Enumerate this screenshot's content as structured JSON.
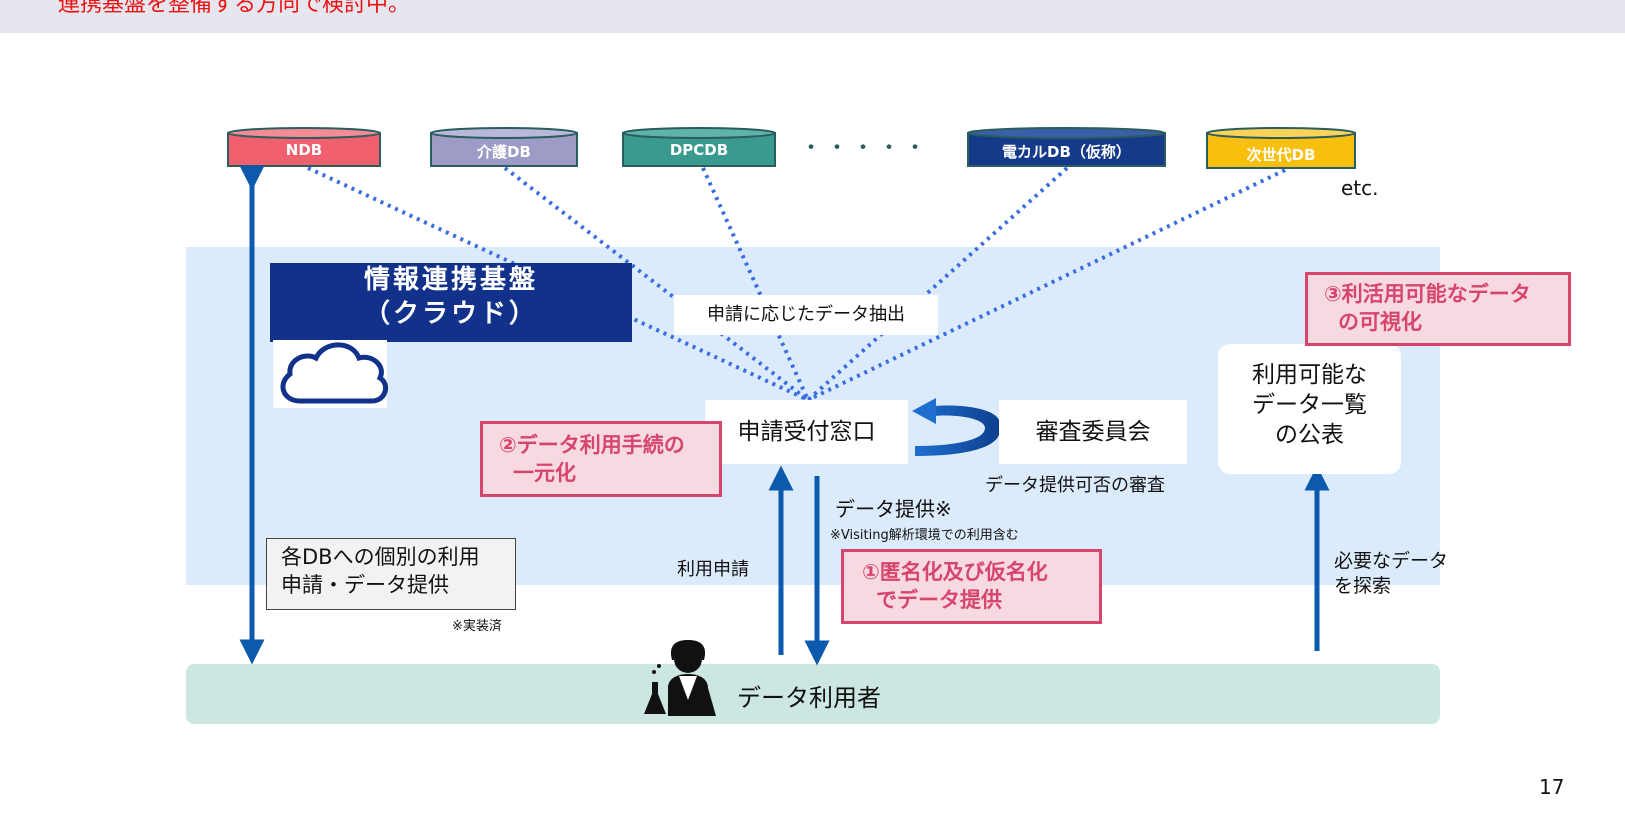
{
  "header": {
    "text": "連携基盤を整備する方向で検討中。"
  },
  "databases": [
    {
      "label": "NDB",
      "color": "#f0606e"
    },
    {
      "label": "介護DB",
      "color": "#9e9cc6"
    },
    {
      "label": "DPCDB",
      "color": "#3b9a8f"
    },
    {
      "label": "電カルDB（仮称）",
      "color": "#163a8a"
    },
    {
      "label": "次世代DB",
      "color": "#f9bf0f"
    }
  ],
  "ellipsis": "・・・・・",
  "etc_label": "etc.",
  "platform": {
    "line1": "情報連携基盤",
    "line2": "（クラウド）"
  },
  "extract_label": "申請に応じたデータ抽出",
  "application_window": "申請受付窓口",
  "review_committee": "審査委員会",
  "review_label": "データ提供可否の審査",
  "public_list": {
    "line1": "利用可能な",
    "line2": "データ一覧",
    "line3": "の公表"
  },
  "callouts": {
    "c1": {
      "line1": "①匿名化及び仮名化",
      "line2": "でデータ提供"
    },
    "c2": {
      "line1": "②データ利用手続の",
      "line2": "一元化"
    },
    "c3": {
      "line1": "③利活用可能なデータ",
      "line2": "の可視化"
    }
  },
  "individual_box": {
    "line1": "各DBへの個別の利用",
    "line2": "申請・データ提供"
  },
  "implemented_note": "※実装済",
  "usage_application": "利用申請",
  "data_provision": "データ提供※",
  "visiting_note": "※Visiting解析環境での利用含む",
  "search_label": {
    "line1": "必要なデータ",
    "line2": "を探索"
  },
  "data_user": "データ利用者",
  "page_number": "17",
  "colors": {
    "arrow_blue": "#0b5aad",
    "dot_blue": "#3a6de0",
    "band_blue": "#dcebfb",
    "callout_pink": "#d6466c",
    "title_navy": "#12318a"
  }
}
